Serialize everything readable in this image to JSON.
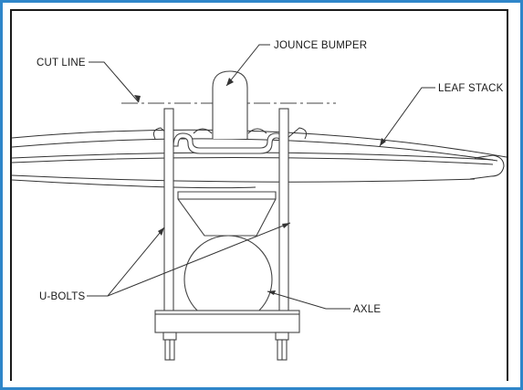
{
  "labels": {
    "cut_line": "CUT LINE",
    "jounce_bumper": "JOUNCE BUMPER",
    "leaf_stack": "LEAF STACK",
    "u_bolts": "U-BOLTS",
    "axle": "AXLE"
  },
  "colors": {
    "frame_border": "#2f86c9",
    "line": "#333333"
  }
}
